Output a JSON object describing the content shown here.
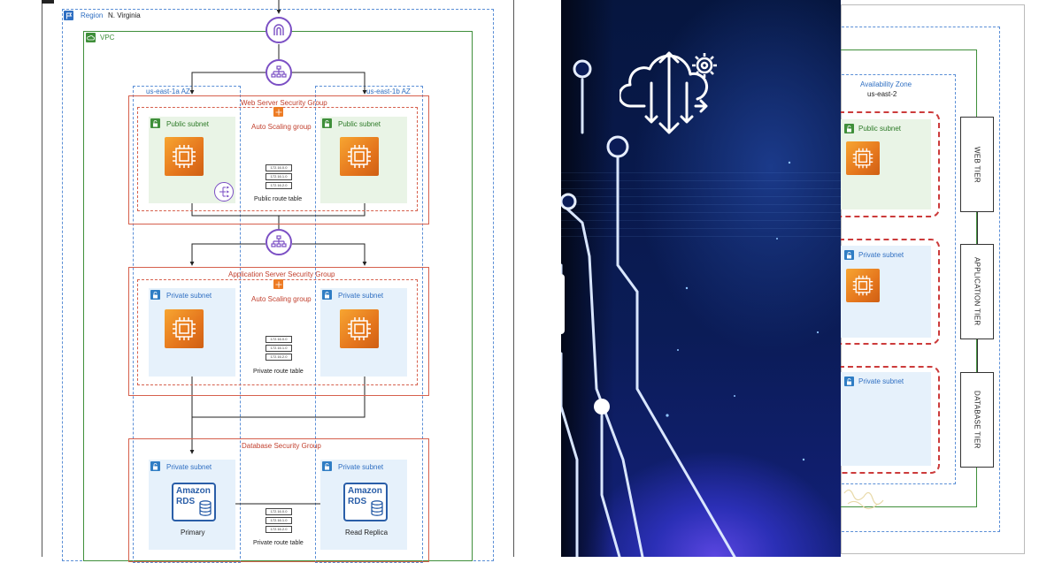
{
  "left_diagram": {
    "region_label": "Region",
    "region_name": "N. Virginia",
    "vpc_label": "VPC",
    "az_a": "us-east-1a AZ",
    "az_b": "us-east-1b AZ",
    "web_sg": "Web Server Security Group",
    "app_sg": "Application Server Security Group",
    "db_sg": "Database Security Group",
    "public_subnet": "Public subnet",
    "private_subnet": "Private subnet",
    "asg": "Auto Scaling group",
    "public_route_table": "Public route table",
    "private_route_table": "Private route table",
    "route_entries": [
      "172.16.0.0",
      "172.16.1.0",
      "172.16.2.0"
    ],
    "rds_line1": "Amazon",
    "rds_line2": "RDS",
    "primary": "Primary",
    "read_replica": "Read Replica",
    "icons": [
      "internet-gateway-icon",
      "load-balancer-icon",
      "nat-gateway-icon",
      "ec2-instance-icon",
      "database-icon"
    ]
  },
  "right_diagram": {
    "az_label": "Availability Zone",
    "az_name": "us-east-2",
    "public_subnet": "Public subnet",
    "private_subnet": "Private subnet",
    "tiers": [
      "WEB TIER",
      "APPLICATION TIER",
      "DATABASE TIER"
    ]
  },
  "middle_panel": {
    "icons": [
      "cloud-gear-arrows-icon",
      "circuit-traces"
    ]
  },
  "colors": {
    "blue_dash": "#5b8fd6",
    "red_border": "#d6604d",
    "green_border": "#3f8f3a",
    "ec2_orange": "#e5761d",
    "public_fill": "#e9f4e6",
    "private_fill": "#e6f1fb",
    "rds_blue": "#2a5ea8",
    "tier_red": "#cc3b3b",
    "panel_dark": "#061540",
    "panel_glow": "#4a3ad6"
  }
}
